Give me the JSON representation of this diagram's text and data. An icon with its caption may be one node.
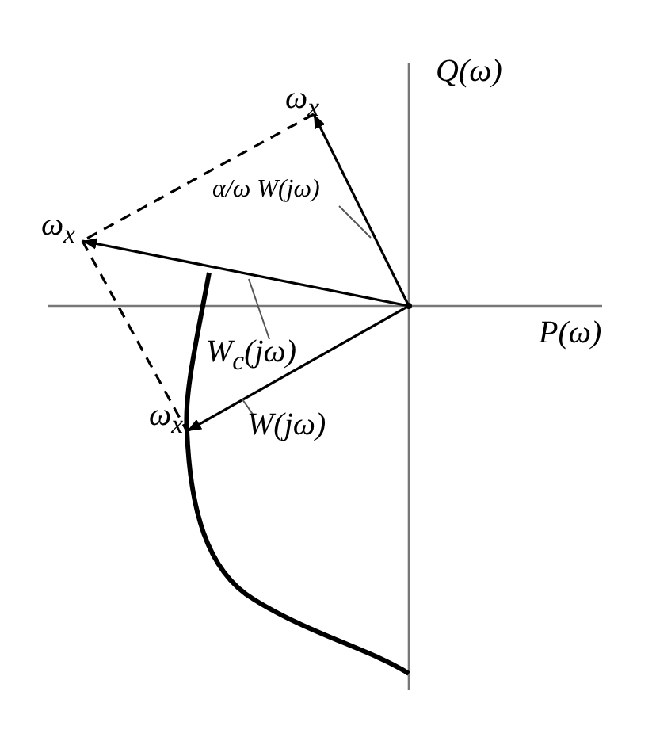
{
  "diagram": {
    "nodes": [
      {
        "text": [],
        "shape": "point"
      },
      {
        "text": [
          "ω$_{x}$"
        ]
      },
      {
        "text": [
          "ω$_{x}$"
        ]
      },
      {
        "text": [
          "ω$_{x}$"
        ]
      },
      {
        "text": [
          "α/ω W(jω)"
        ]
      },
      {
        "text": [
          "W$_{c}$(jω)"
        ]
      },
      {
        "text": [
          "W(jω)"
        ]
      }
    ],
    "edges": [
      {
        "from": 0,
        "to": 1,
        "arrow": "to"
      },
      {
        "from": 0,
        "to": 2,
        "arrow": "to"
      },
      {
        "from": 0,
        "to": 3,
        "arrow": "to"
      },
      {
        "from": 1,
        "to": 2,
        "arrow": "none",
        "style": "dashed"
      },
      {
        "from": 2,
        "to": 3,
        "arrow": "none",
        "style": "dashed"
      },
      {
        "from": 4,
        "to": null,
        "arrow": "none"
      },
      {
        "from": 5,
        "to": null,
        "arrow": "none"
      },
      {
        "from": 6,
        "to": null,
        "arrow": "none"
      }
    ],
    "labels": [
      "Q(ω)",
      "P(ω)"
    ]
  }
}
